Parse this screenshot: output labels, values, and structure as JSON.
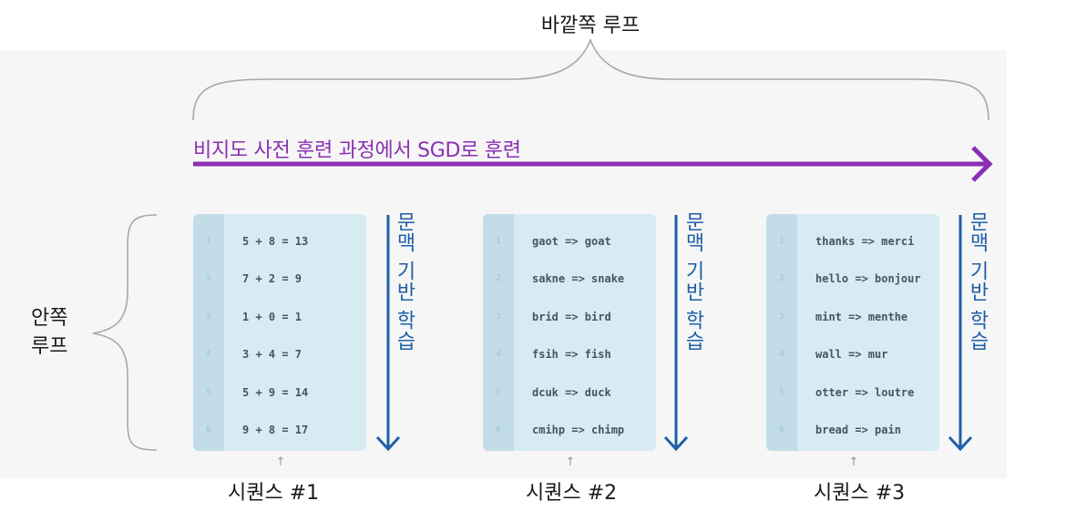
{
  "outer_loop_label": "바깥쪽 루프",
  "sgd_label": "비지도 사전 훈련 과정에서 SGD로 훈련",
  "inner_loop_label_line1": "안쪽",
  "inner_loop_label_line2": "루프",
  "context_learning_label": "문맥 기반 학습",
  "colors": {
    "sgd_arrow": "#8a2fb3",
    "context_arrow": "#1f5fa8",
    "card_bg": "#d7ebf2",
    "card_gutter": "#c3dde8",
    "brace": "#a8a8a8"
  },
  "sequences": [
    {
      "label": "시퀀스 #1",
      "lines": [
        {
          "num": "1",
          "text": "5 + 8 = 13"
        },
        {
          "num": "2",
          "text": "7 + 2 = 9"
        },
        {
          "num": "3",
          "text": "1 + 0 = 1"
        },
        {
          "num": "4",
          "text": "3 + 4 = 7"
        },
        {
          "num": "5",
          "text": "5 + 9 = 14"
        },
        {
          "num": "6",
          "text": "9 + 8 = 17"
        }
      ]
    },
    {
      "label": "시퀀스 #2",
      "lines": [
        {
          "num": "1",
          "text": "gaot => goat"
        },
        {
          "num": "2",
          "text": "sakne => snake"
        },
        {
          "num": "3",
          "text": "brid => bird"
        },
        {
          "num": "4",
          "text": "fsih => fish"
        },
        {
          "num": "5",
          "text": "dcuk => duck"
        },
        {
          "num": "6",
          "text": "cmihp => chimp"
        }
      ]
    },
    {
      "label": "시퀀스 #3",
      "lines": [
        {
          "num": "1",
          "text": "thanks => merci"
        },
        {
          "num": "2",
          "text": "hello => bonjour"
        },
        {
          "num": "3",
          "text": "mint => menthe"
        },
        {
          "num": "4",
          "text": "wall => mur"
        },
        {
          "num": "5",
          "text": "otter => loutre"
        },
        {
          "num": "6",
          "text": "bread => pain"
        }
      ]
    }
  ]
}
